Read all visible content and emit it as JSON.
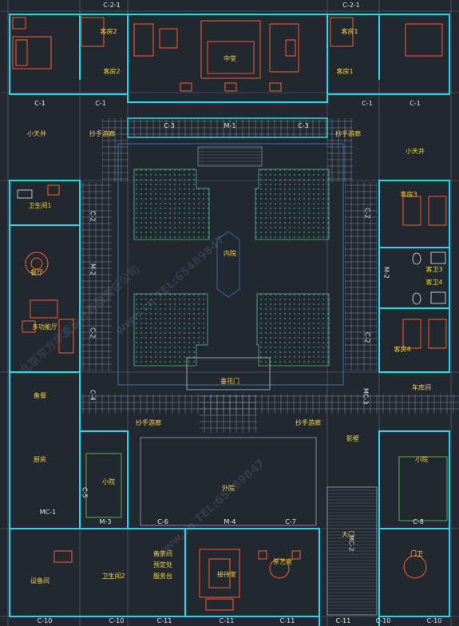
{
  "drawing": {
    "colors": {
      "background": "#212830",
      "wall": "#1fd8f0",
      "furniture": "#ff5a2a",
      "label": "#f2ce45",
      "grid": "#d8d8d8",
      "courtyard": "#4a9a7a",
      "dimension": "#e8e8e8"
    },
    "watermarks": [
      "北京东方华夏设计有限责任公司",
      "www.cn TEL:65489847",
      "www.cn TEL:65489847"
    ],
    "dimension_labels": [
      "C-2-1",
      "C-2-1",
      "C-1",
      "C-1",
      "C-1",
      "C-1",
      "C-3",
      "M-1",
      "C-3",
      "C-2",
      "M-2",
      "C-2",
      "C-2",
      "M-2",
      "C-2",
      "C-4",
      "MC-3",
      "C-5",
      "MC-1",
      "M-3",
      "C-6",
      "M-4",
      "C-7",
      "MC-2",
      "C-8",
      "C-10",
      "C-10",
      "C-11",
      "C-11",
      "C-11",
      "C-11",
      "C-10",
      "C-10"
    ],
    "rooms": {
      "guest_room_2_top": "客房2",
      "guest_room_2": "客房2",
      "main_hall": "中堂",
      "guest_room_1_top": "客房1",
      "guest_room_1": "客房1",
      "courtyard_left": "小天井",
      "corridor_top_left": "抄手游廊",
      "corridor_top_right": "抄手游廊",
      "courtyard_right": "小天井",
      "bathroom_1": "卫生间1",
      "dining_hall": "餐厅",
      "multi_hall": "多功能厅",
      "inner_court": "内院",
      "guest_room_3": "客房3",
      "guest_bath_3": "客卫3",
      "guest_bath_4": "客卫4",
      "guest_room_4": "客房4",
      "storage_left": "备餐",
      "inner_gate": "垂花门",
      "garage": "车库间",
      "corridor_bottom_left": "抄手游廊",
      "corridor_bottom_right": "抄手游廊",
      "kitchen": "厨房",
      "small_court_left": "小院",
      "outer_court": "外院",
      "screen_wall": "影壁",
      "small_court_right": "小院",
      "equipment": "设备间",
      "bathroom_2": "卫生间2",
      "service_desk_1": "备茶间",
      "service_desk_2": "预定处",
      "service_desk_3": "服务台",
      "reception": "接待室",
      "tea_room": "茶艺室",
      "front_gate": "大门",
      "gate_house": "门卫"
    }
  }
}
